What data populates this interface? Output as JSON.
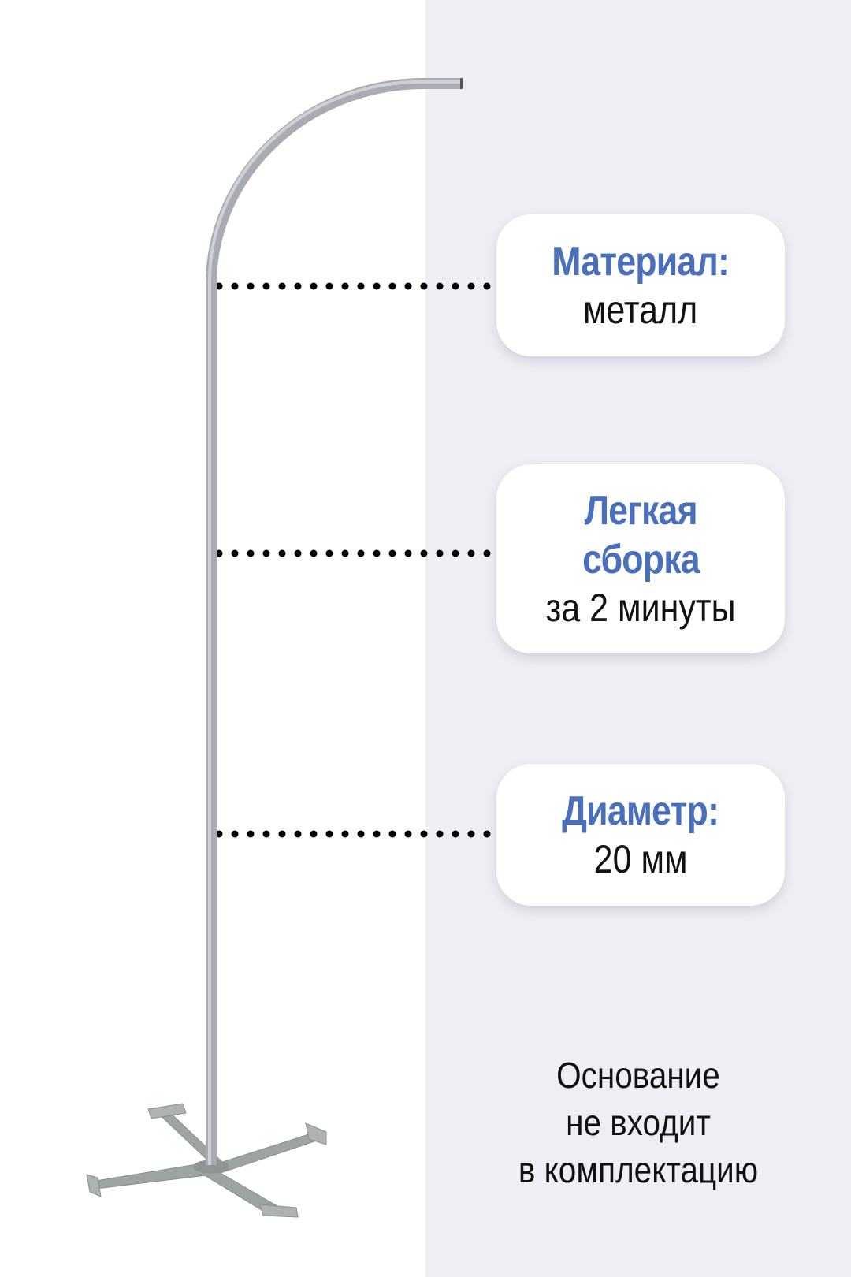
{
  "colors": {
    "accent": "#4a6fbb",
    "text": "#111111",
    "panel_bg": "#eeeff4",
    "card_bg": "#ffffff",
    "metal": "#b4b6bd"
  },
  "features": [
    {
      "title": "Материал:",
      "value": "металл"
    },
    {
      "title": "Легкая сборка",
      "title_lines": [
        "Легкая",
        "сборка"
      ],
      "value": "за 2 минуты"
    },
    {
      "title": "Диаметр:",
      "value": "20 мм"
    }
  ],
  "note": {
    "lines": [
      "Основание",
      "не входит",
      "в комплектацию"
    ]
  }
}
